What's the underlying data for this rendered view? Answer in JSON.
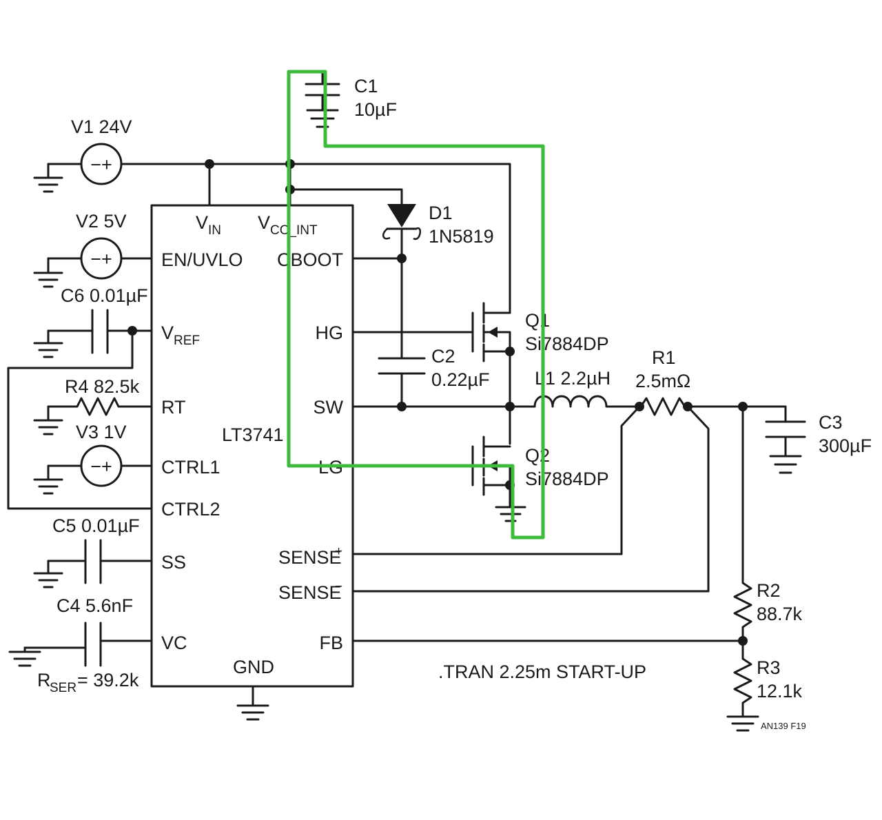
{
  "chip": {
    "name": "LT3741",
    "pins_left": [
      "EN/UVLO",
      "RT",
      "CTRL1",
      "CTRL2",
      "SS",
      "VC"
    ],
    "vref": {
      "main": "V",
      "sub": "REF"
    },
    "pins_right": [
      "CBOOT",
      "HG",
      "SW",
      "LG",
      "FB"
    ],
    "sense_plus": {
      "main": "SENSE",
      "sup": "+"
    },
    "sense_minus": {
      "main": "SENSE",
      "sup": "−"
    },
    "pin_gnd": "GND",
    "vin": {
      "main": "V",
      "sub": "IN"
    },
    "vcc_int": {
      "main": "V",
      "sub": "CC_INT"
    }
  },
  "components": {
    "V1": "V1 24V",
    "V2": "V2 5V",
    "V3": "V3 1V",
    "C6": "C6 0.01µF",
    "R4": "R4 82.5k",
    "C5": "C5 0.01µF",
    "C4": "C4 5.6nF",
    "rser": {
      "main": "R",
      "sub": "SER",
      "rest": " = 39.2k"
    },
    "C1": {
      "name": "C1",
      "value": "10µF"
    },
    "D1": {
      "name": "D1",
      "value": "1N5819"
    },
    "C2": {
      "name": "C2",
      "value": "0.22µF"
    },
    "Q1": {
      "name": "Q1",
      "value": "Si7884DP"
    },
    "Q2": {
      "name": "Q2",
      "value": "Si7884DP"
    },
    "L1": "L1 2.2µH",
    "R1": {
      "name": "R1",
      "value": "2.5mΩ"
    },
    "C3": {
      "name": "C3",
      "value": "300µF"
    },
    "R2": {
      "name": "R2",
      "value": "88.7k"
    },
    "R3": {
      "name": "R3",
      "value": "12.1k"
    }
  },
  "source_symbol": "−+",
  "directive": ".TRAN 2.25m START-UP",
  "figure_id": "AN139 F19",
  "colors": {
    "wire": "#1a1a1a",
    "highlight_loop": "#3dbb3d",
    "background": "#ffffff"
  }
}
